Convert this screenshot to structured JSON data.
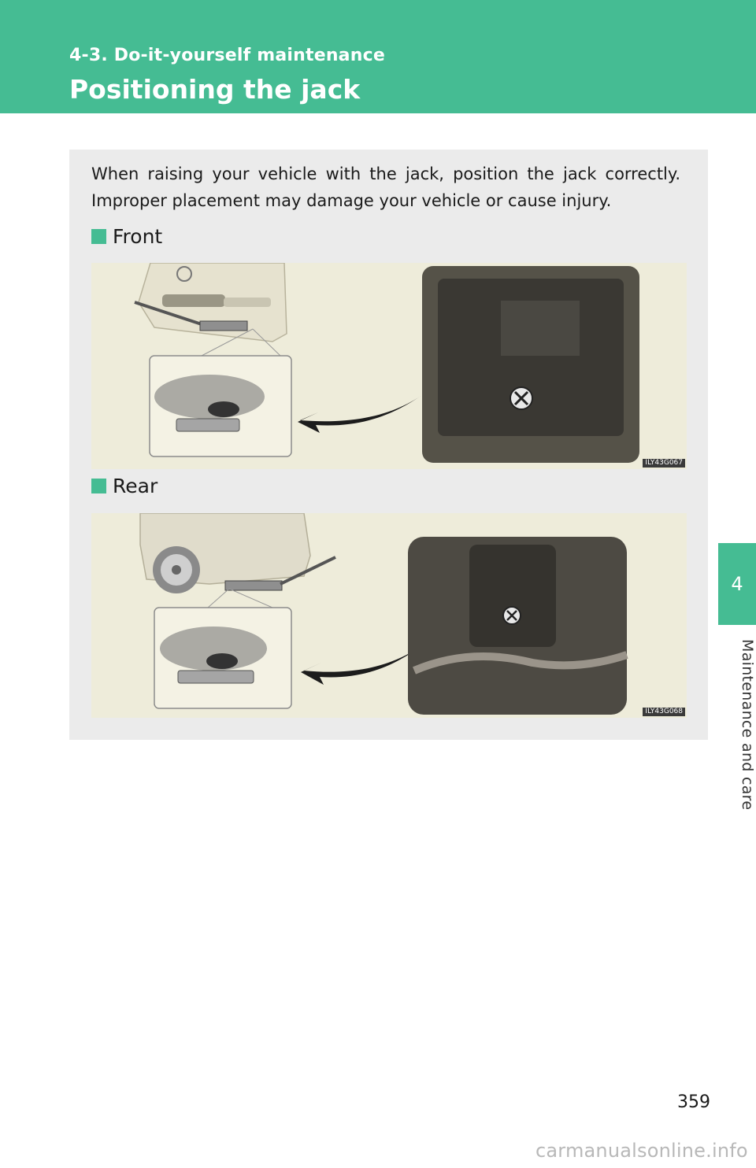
{
  "header": {
    "section_label": "4-3. Do-it-yourself maintenance",
    "title": "Positioning the jack"
  },
  "side_tab": {
    "number": "4",
    "label": "Maintenance and care"
  },
  "content": {
    "intro": "When raising your vehicle with the jack, position the jack correctly. Improper placement may damage your vehicle or cause injury.",
    "front": {
      "heading": "Front",
      "figure_code": "ILY43G067"
    },
    "rear": {
      "heading": "Rear",
      "figure_code": "ILY43G068"
    }
  },
  "footer": {
    "page_number": "359",
    "watermark": "carmanualsonline.info"
  },
  "colors": {
    "accent": "#45bc93",
    "panel": "#ebebeb",
    "illustration_bg": "#eeecda"
  }
}
